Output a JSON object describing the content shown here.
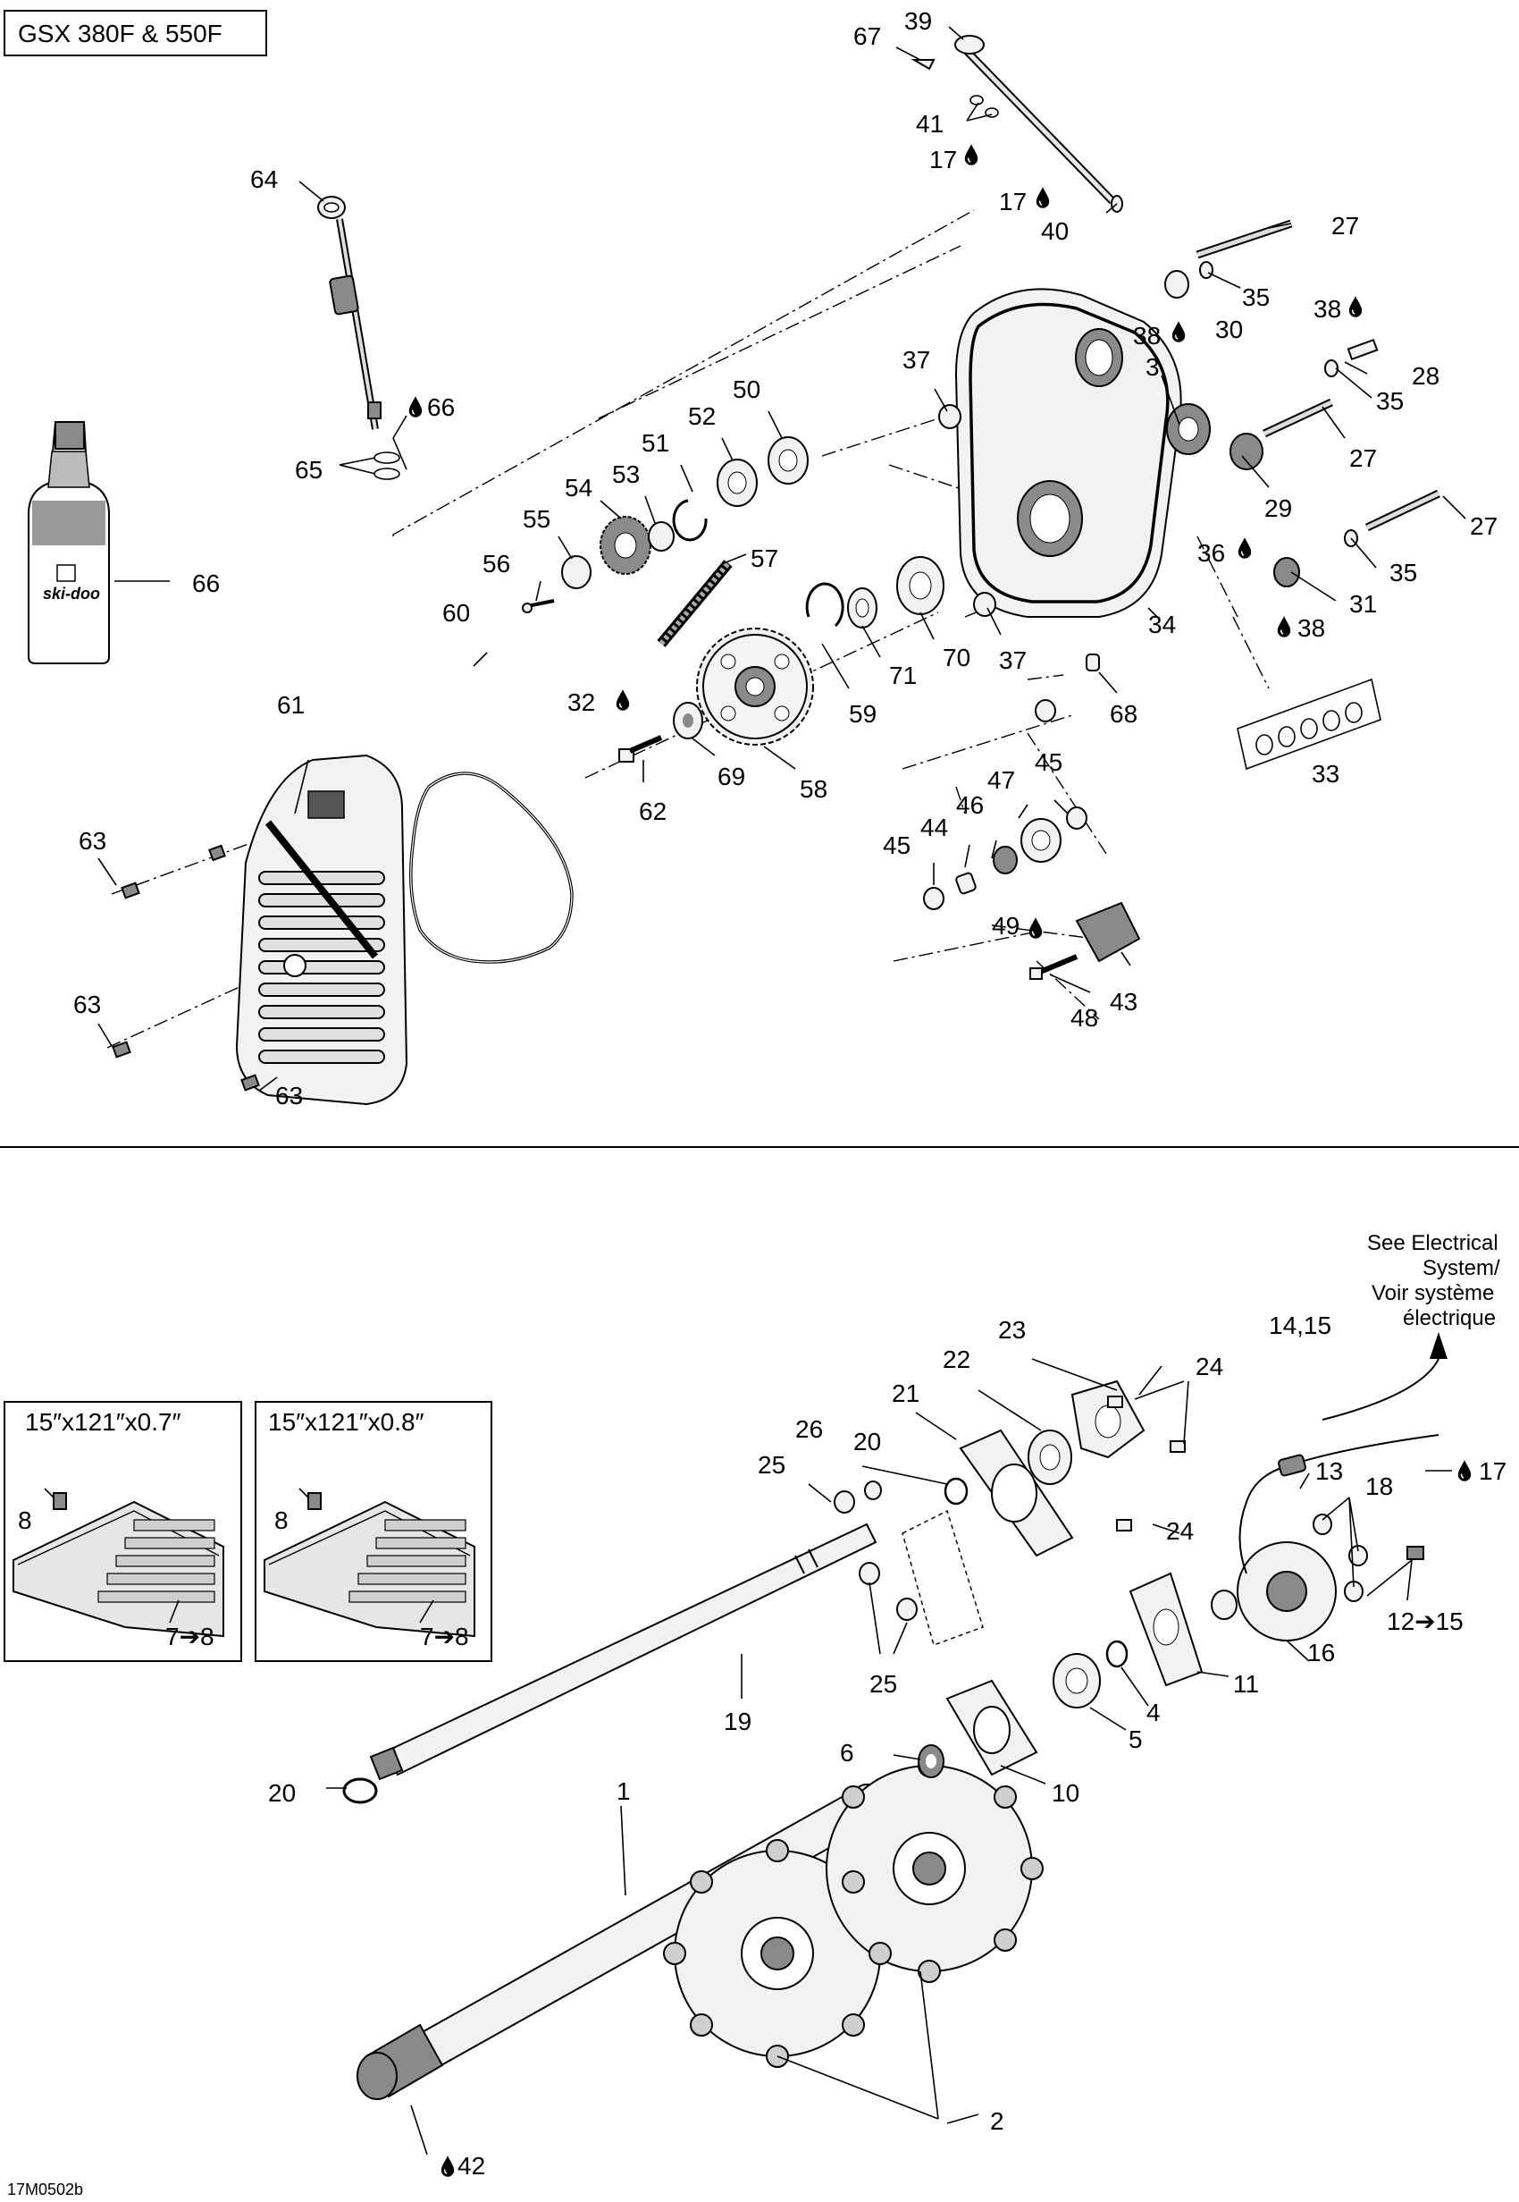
{
  "title_box": "GSX 380F & 550F",
  "drawing_code": "17M0502b",
  "oil_drop_icon": "oil-drop-icon",
  "callouts": {
    "c67": "67",
    "c39": "39",
    "c41": "41",
    "c17a": "17",
    "c17b": "17",
    "c40": "40",
    "c64": "64",
    "c27a": "27",
    "c35a": "35",
    "c38a": "38",
    "c30": "30",
    "c38b": "38",
    "c28": "28",
    "c35b": "35",
    "c27b": "27",
    "c37a": "37",
    "c3": "3",
    "c29": "29",
    "c27c": "27",
    "c66a": "66",
    "c65": "65",
    "c50": "50",
    "c52": "52",
    "c51": "51",
    "c53": "53",
    "c54": "54",
    "c55": "55",
    "c36": "36",
    "c35c": "35",
    "c31": "31",
    "c38c": "38",
    "c56": "56",
    "c57": "57",
    "c66b": "66",
    "c60": "60",
    "c34": "34",
    "c71": "71",
    "c70": "70",
    "c37b": "37",
    "c61": "61",
    "c32": "32",
    "c59": "59",
    "c68": "68",
    "c33": "33",
    "c69": "69",
    "c58": "58",
    "c62": "62",
    "c45a": "45",
    "c47": "47",
    "c46": "46",
    "c44": "44",
    "c45b": "45",
    "c63a": "63",
    "c49": "49",
    "c43": "43",
    "c48": "48",
    "c63b": "63",
    "c63c": "63",
    "c23": "23",
    "c24a": "24",
    "c1415": "14,15",
    "c22": "22",
    "c21": "21",
    "c13": "13",
    "c18": "18",
    "c26": "26",
    "c20a": "20",
    "c25a": "25",
    "c17c": "17",
    "c24b": "24",
    "c8a": "8",
    "c8b": "8",
    "c78a": "7➔8",
    "c78b": "7➔8",
    "c1215": "12➔15",
    "c16": "16",
    "c11": "11",
    "c25b": "25",
    "c19": "19",
    "c4": "4",
    "c5": "5",
    "c6": "6",
    "c10": "10",
    "c20b": "20",
    "c1": "1",
    "c2": "2",
    "c42": "42"
  },
  "track_variants": [
    {
      "label": "15″x121″x0.7″"
    },
    {
      "label": "15″x121″x0.8″"
    }
  ],
  "electrical_note": [
    "See Electrical",
    "System/",
    "Voir système",
    "électrique"
  ],
  "bottle_brand": "ski-doo"
}
